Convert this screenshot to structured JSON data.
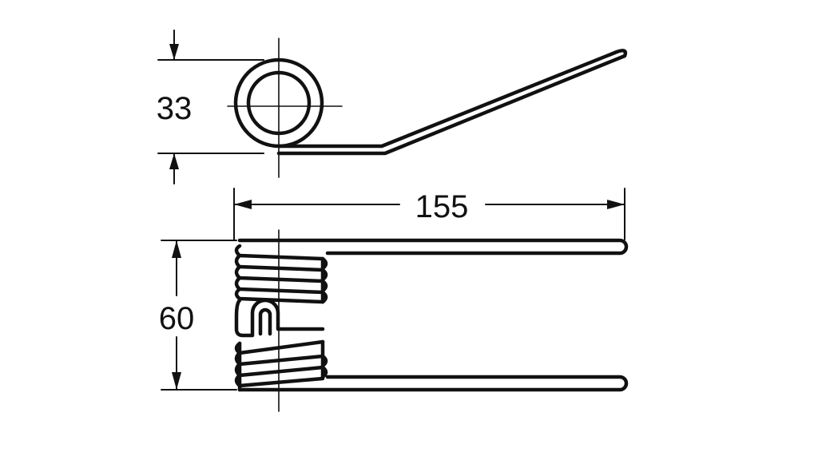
{
  "diagram": {
    "dimensions": {
      "coil_diameter": "33",
      "overall_length": "155",
      "overall_height": "60"
    },
    "colors": {
      "background": "#ffffff",
      "line": "#111111"
    }
  }
}
